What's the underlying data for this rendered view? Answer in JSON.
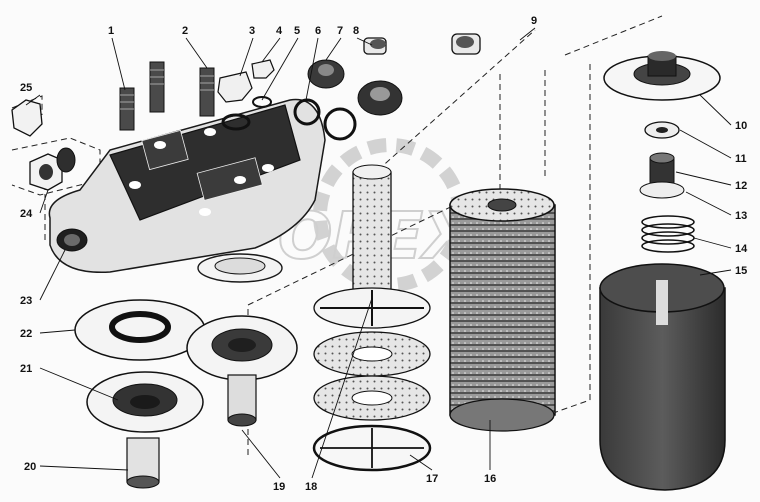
{
  "watermark": "OPEX",
  "callouts": [
    "1",
    "2",
    "3",
    "4",
    "5",
    "6",
    "7",
    "8",
    "9",
    "10",
    "11",
    "12",
    "13",
    "14",
    "15",
    "16",
    "17",
    "18",
    "19",
    "20",
    "21",
    "22",
    "23",
    "24",
    "25"
  ],
  "colors": {
    "ink": "#1a1a1a",
    "dark": "#333333",
    "mid": "#8a8a8a",
    "light": "#d6d6d6",
    "paper": "#fbfbfb"
  }
}
